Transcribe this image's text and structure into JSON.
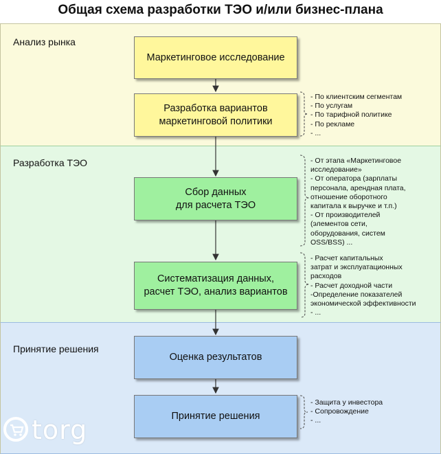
{
  "title": "Общая схема разработки ТЭО и/или бизнес-плана",
  "sections": {
    "market": "Анализ рынка",
    "feasibility": "Разработка ТЭО",
    "decision": "Принятие решения"
  },
  "boxes": {
    "b1": [
      "Маркетинговое исследование"
    ],
    "b2": [
      "Разработка вариантов",
      "маркетинговой политики"
    ],
    "b3": [
      "Сбор данных",
      "для расчета ТЭО"
    ],
    "b4": [
      "Систематизация данных,",
      "расчет ТЭО, анализ вариантов"
    ],
    "b5": [
      "Оценка результатов"
    ],
    "b6": [
      "Принятие решения"
    ]
  },
  "notes": {
    "n1": [
      "- По клиентским сегментам",
      "- По услугам",
      "- По тарифной политике",
      "- По рекламе",
      "- ..."
    ],
    "n2": [
      "- От этапа «Маркетинговое",
      "   исследование»",
      "- От оператора (зарплаты",
      "   персонала, арендная плата,",
      "   отношение оборотного",
      "   капитала к выручке и т.п.)",
      "- От производителей",
      "  (элементов сети,",
      "  оборудования, систем",
      "  OSS/BSS) ..."
    ],
    "n3": [
      "- Расчет капитальных",
      "   затрат и эксплуатационных",
      "   расходов",
      "- Расчет доходной части",
      "-Определение показателей",
      "   экономической  эффективности",
      "- ..."
    ],
    "n4": [
      "- Защита у инвестора",
      "- Сопровождение",
      "- ..."
    ]
  },
  "watermark": "torg",
  "colors": {
    "yellow_band": "#fbfadc",
    "green_band": "#e4f8e4",
    "blue_band": "#dbe9f8",
    "yellow_box": "#fff79c",
    "green_box": "#9ff09f",
    "blue_box": "#a9cdf3"
  }
}
